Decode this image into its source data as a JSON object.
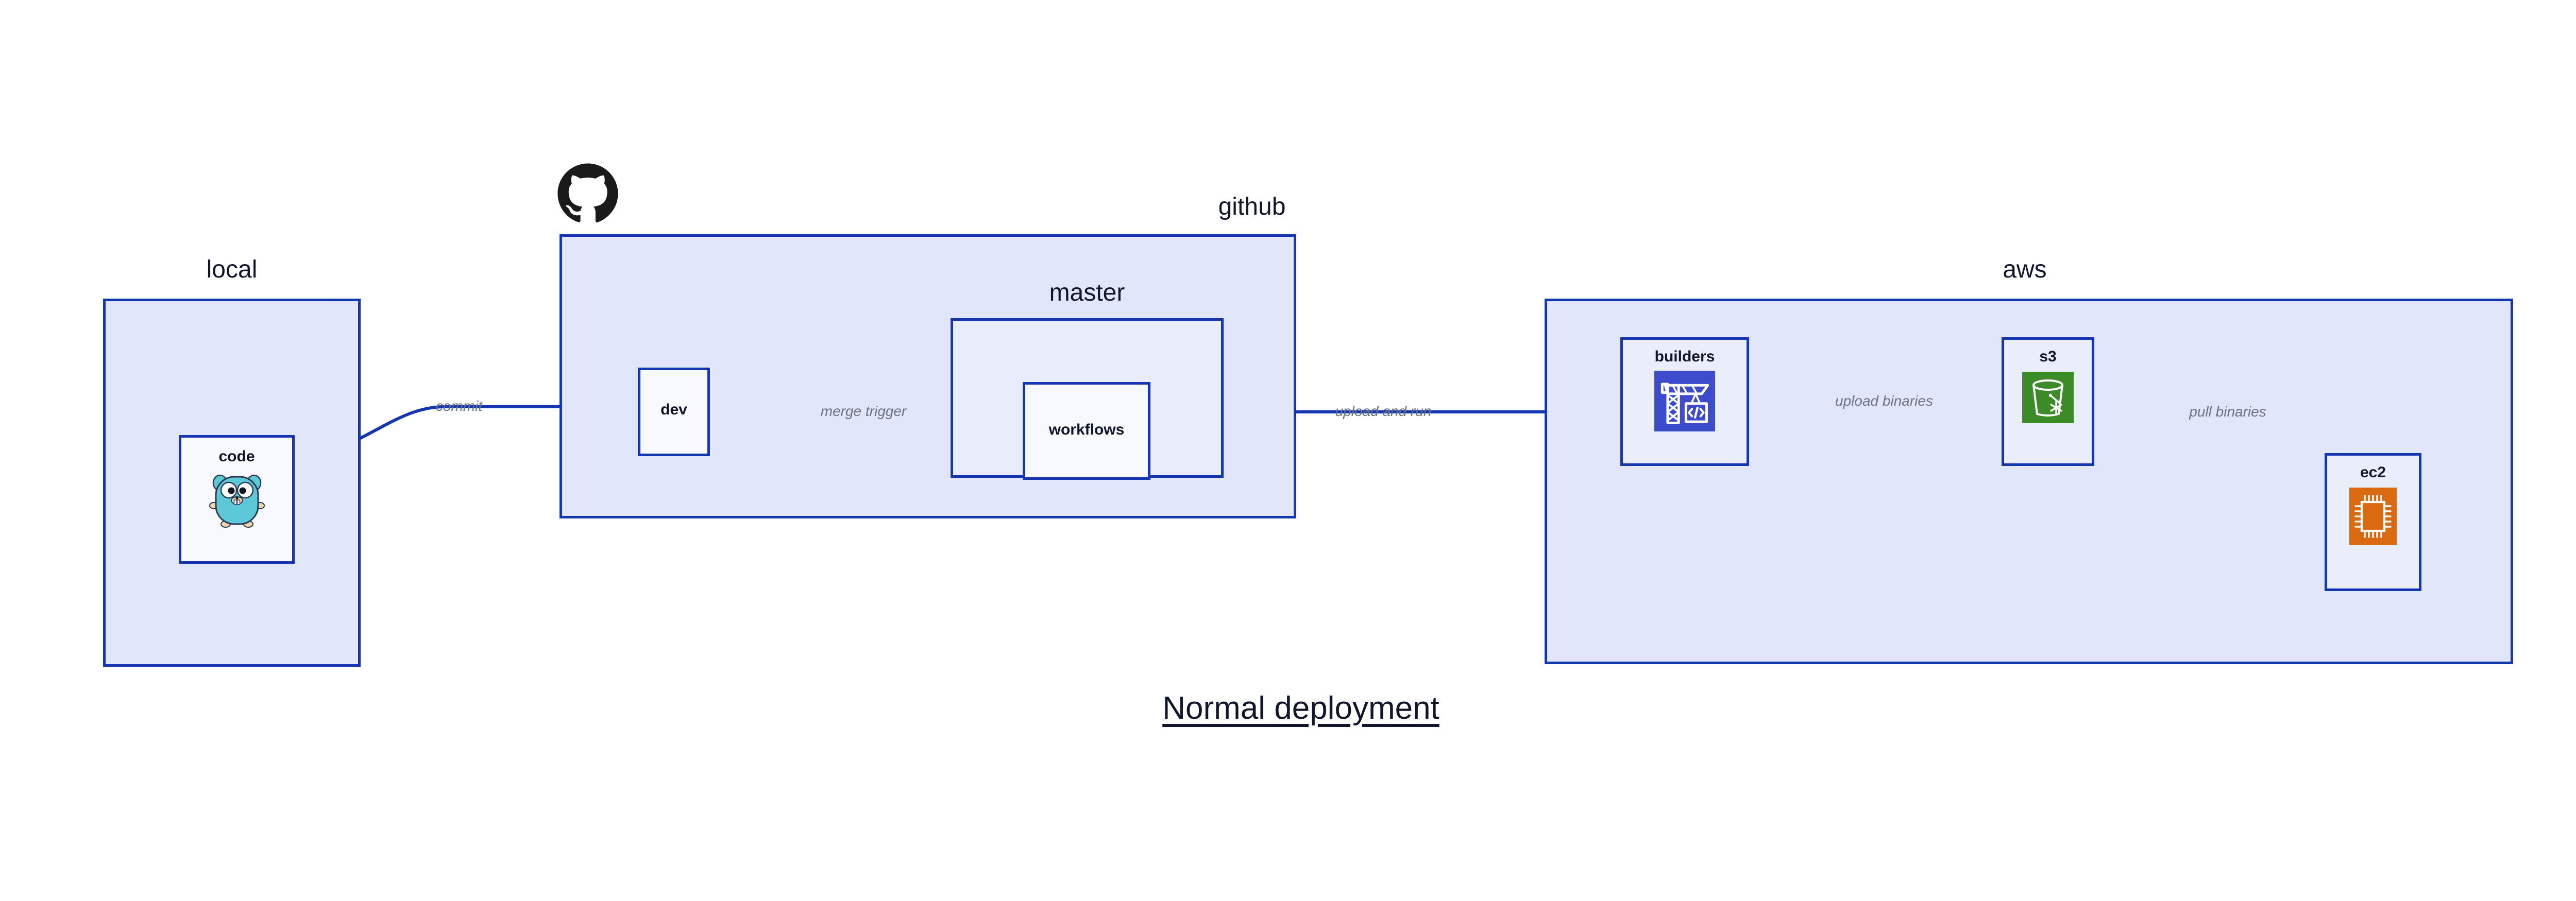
{
  "figure": {
    "caption": "Normal deployment",
    "caption_color": "#10162c"
  },
  "theme": {
    "group_fill": "#e2e6fb",
    "group_inner_fill": "#e8ecfb",
    "node_fill": "#eaeefb",
    "node_pale_fill": "#f7f9fe",
    "border_color": "#1436b0",
    "edge_color": "#1436b0",
    "edge_label_color": "#6b7280",
    "text_color": "#10162c",
    "background": "#ffffff",
    "builders_icon_bg": "#3c4ccc",
    "s3_icon_bg": "#3b8c28",
    "ec2_icon_bg": "#d96a10",
    "gopher_body": "#5dc9d8",
    "octocat_color": "#1a1a1a"
  },
  "groups": {
    "local": {
      "title": "local",
      "title_color": "#10162c"
    },
    "github": {
      "title": "github",
      "title_color": "#10162c"
    },
    "master": {
      "title": "master",
      "title_color": "#10162c"
    },
    "aws": {
      "title": "aws",
      "title_color": "#10162c"
    }
  },
  "nodes": {
    "code": {
      "label": "code",
      "icon": "go-gopher-icon"
    },
    "dev": {
      "label": "dev",
      "icon": "none"
    },
    "workflows": {
      "label": "workflows",
      "icon": "none"
    },
    "builders": {
      "label": "builders",
      "icon": "crane-code-icon"
    },
    "s3": {
      "label": "s3",
      "icon": "s3-bucket-icon"
    },
    "ec2": {
      "label": "ec2",
      "icon": "cpu-chip-icon"
    }
  },
  "edges": [
    {
      "id": "commit",
      "label": "commit",
      "from": "code",
      "to": "dev"
    },
    {
      "id": "merge-trigger",
      "label": "merge trigger",
      "from": "dev",
      "to": "workflows"
    },
    {
      "id": "upload-and-run",
      "label": "upload and run",
      "from": "workflows",
      "to": "builders"
    },
    {
      "id": "upload-binaries",
      "label": "upload binaries",
      "from": "builders",
      "to": "s3"
    },
    {
      "id": "pull-binaries",
      "label": "pull binaries",
      "from": "s3",
      "to": "ec2"
    }
  ],
  "logos": {
    "github": "github-octocat-icon"
  }
}
